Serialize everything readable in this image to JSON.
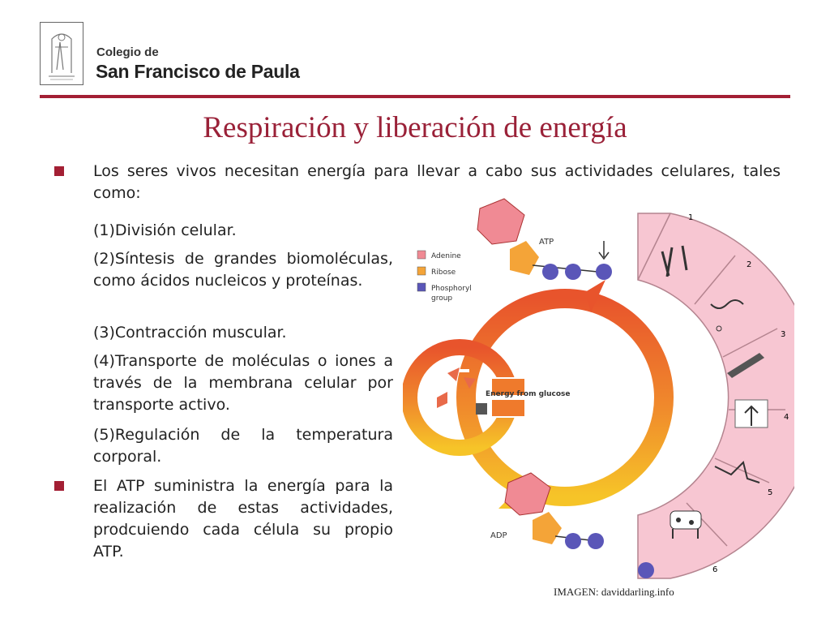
{
  "header": {
    "logo_line1": "Colegio de",
    "logo_line2": "San Francisco de Paula"
  },
  "slide": {
    "title": "Respiración y liberación de energía",
    "intro": "Los seres vivos necesitan energía para llevar a cabo sus actividades celulares, tales como:",
    "items": [
      "(1)División celular.",
      "(2)Síntesis de grandes biomoléculas, como ácidos nucleicos y proteínas.",
      "(3)Contracción muscular.",
      "(4)Transporte de moléculas o iones a través de la membrana celular por  transporte activo.",
      "(5)Regulación de la temperatura corporal."
    ],
    "atp_statement": "El ATP suministra la energía para la realización de estas actividades, prodcuiendo cada célula su propio ATP."
  },
  "figure": {
    "atp_label": "ATP",
    "adp_label": "ADP",
    "legend": {
      "adenine": "Adenine",
      "ribose": "Ribose",
      "phosphoryl_line1": "Phosphoryl",
      "phosphoryl_line2": "group"
    },
    "energy_label": "Energy from glucose",
    "panel_numbers": [
      "1",
      "2",
      "3",
      "4",
      "5",
      "6"
    ],
    "colors": {
      "adenine": "#f08a94",
      "ribose": "#f4a438",
      "phosphoryl": "#5a56b8",
      "panel": "#f7c6d2",
      "cycle_start": "#e8542c",
      "cycle_end": "#f6c428"
    }
  },
  "caption": "IMAGEN: daviddarling.info"
}
